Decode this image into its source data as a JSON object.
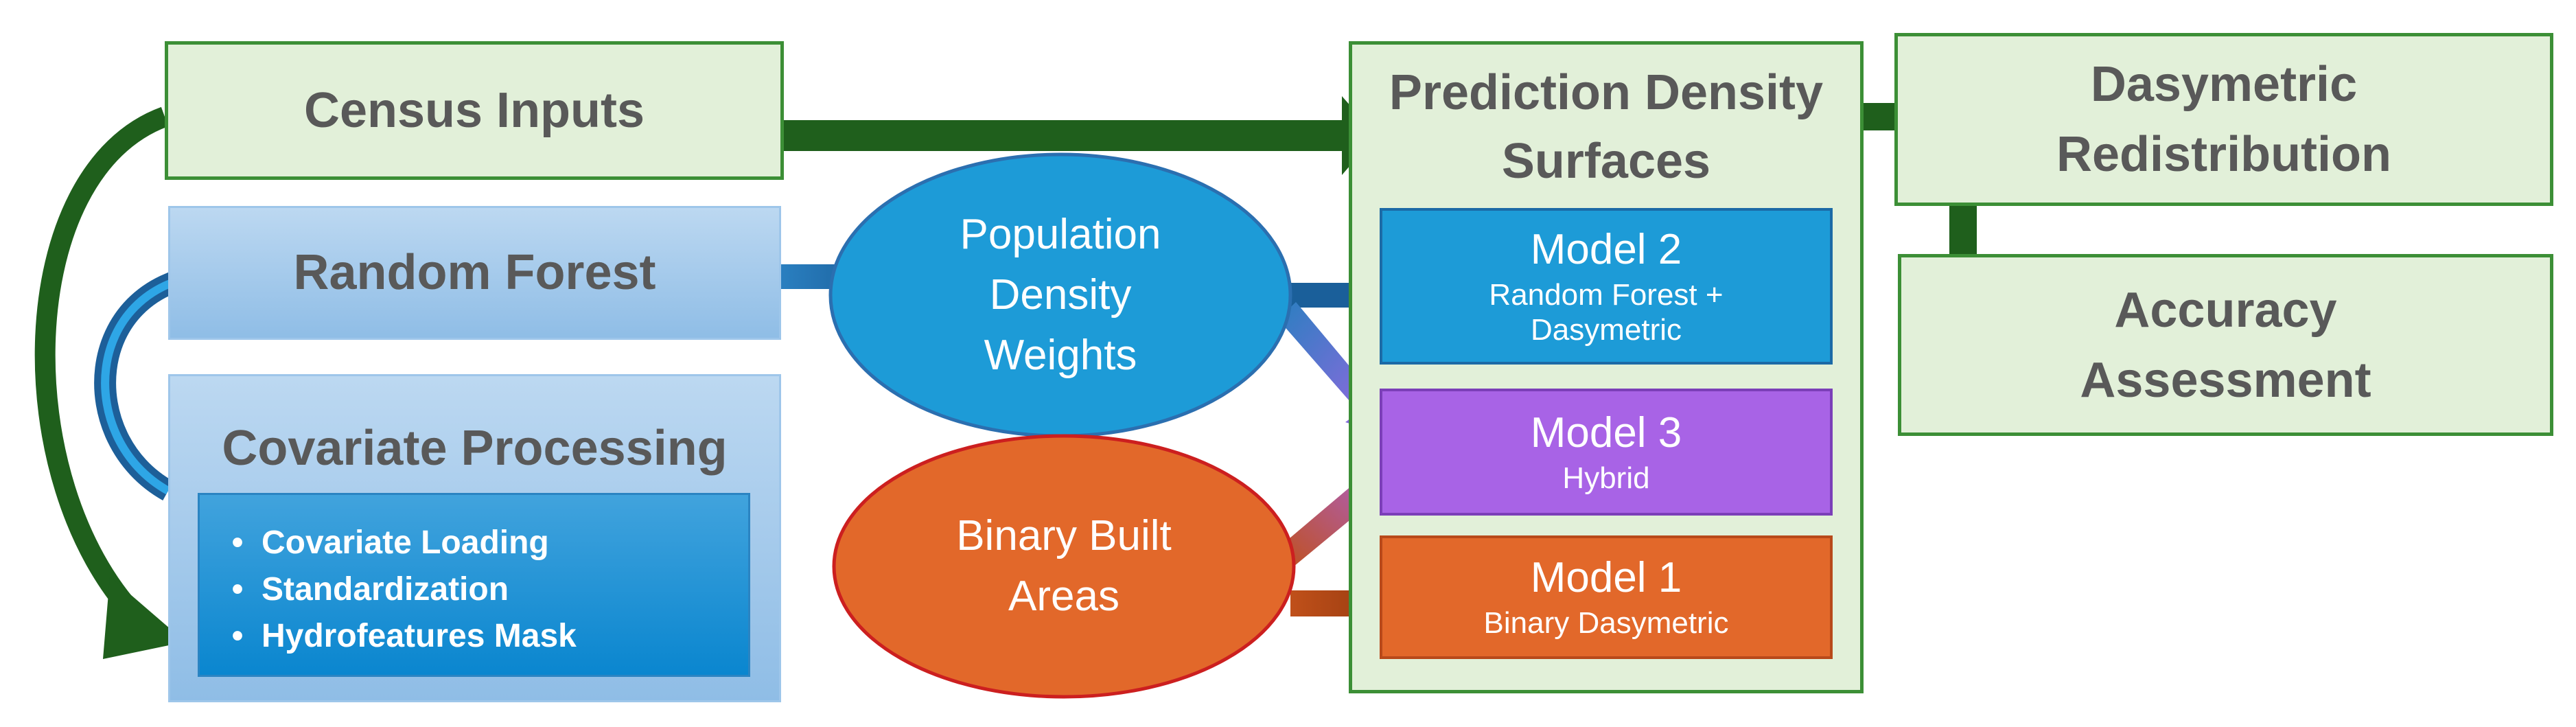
{
  "census": {
    "title": "Census Inputs"
  },
  "random_forest": {
    "title": "Random Forest"
  },
  "covariate": {
    "title": "Covariate Processing",
    "items": [
      "Covariate Loading",
      "Standardization",
      "Hydrofeatures Mask"
    ]
  },
  "population_weights": {
    "line1": "Population",
    "line2": "Density",
    "line3": "Weights"
  },
  "binary_built": {
    "line1": "Binary Built",
    "line2": "Areas"
  },
  "prediction": {
    "line1": "Prediction Density",
    "line2": "Surfaces"
  },
  "models": {
    "model2": {
      "title": "Model 2",
      "sub1": "Random Forest +",
      "sub2": "Dasymetric"
    },
    "model3": {
      "title": "Model 3",
      "sub1": "Hybrid"
    },
    "model1": {
      "title": "Model 1",
      "sub1": "Binary Dasymetric"
    }
  },
  "dasymetric": {
    "line1": "Dasymetric",
    "line2": "Redistribution"
  },
  "accuracy": {
    "line1": "Accuracy",
    "line2": "Assessment"
  },
  "colors": {
    "green_border": "#3c8f36",
    "green_fill": "#e2f0d9",
    "dark_green_arrow": "#1f5f1c",
    "blue_model": "#1d9bd7",
    "purple_model": "#a863e6",
    "orange_model": "#e2682a",
    "ellipse_blue": "#1d9bd7",
    "ellipse_orange": "#e2682a"
  }
}
